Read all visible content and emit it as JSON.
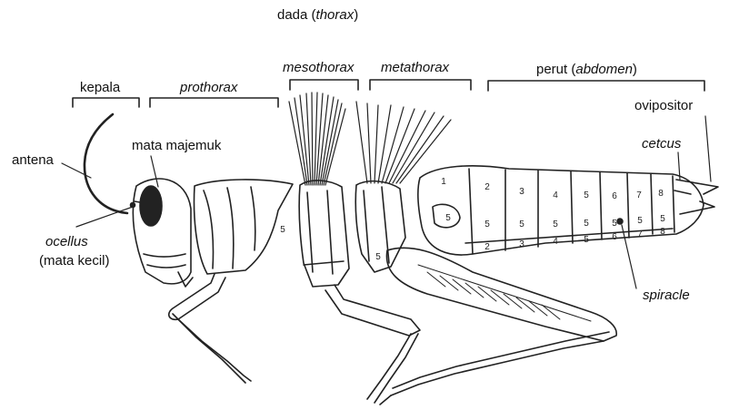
{
  "thorax_title": {
    "main": "dada (",
    "italic": "thorax",
    "close": ")"
  },
  "labels": {
    "kepala": "kepala",
    "prothorax": "prothorax",
    "mesothorax": "mesothorax",
    "metathorax": "metathorax",
    "abdomen": {
      "main": "perut (",
      "italic": "abdomen",
      "close": ")"
    },
    "ovipositor": "ovipositor",
    "cetcus": "cetcus",
    "antena": "antena",
    "mata_majemuk": "mata majemuk",
    "ocellus": {
      "italic": "ocellus",
      "sub": "(mata kecil)"
    },
    "spiracle": "spiracle"
  },
  "segment_numbers": {
    "tergites": [
      "1",
      "2",
      "3",
      "4",
      "5",
      "6",
      "7",
      "8"
    ],
    "spiracle_marks": [
      "5",
      "5",
      "5",
      "5",
      "5",
      "5",
      "5",
      "5"
    ],
    "sternites": [
      "2",
      "3",
      "4",
      "5",
      "6",
      "7",
      "8"
    ],
    "thorax_marks": [
      "5",
      "5"
    ]
  }
}
